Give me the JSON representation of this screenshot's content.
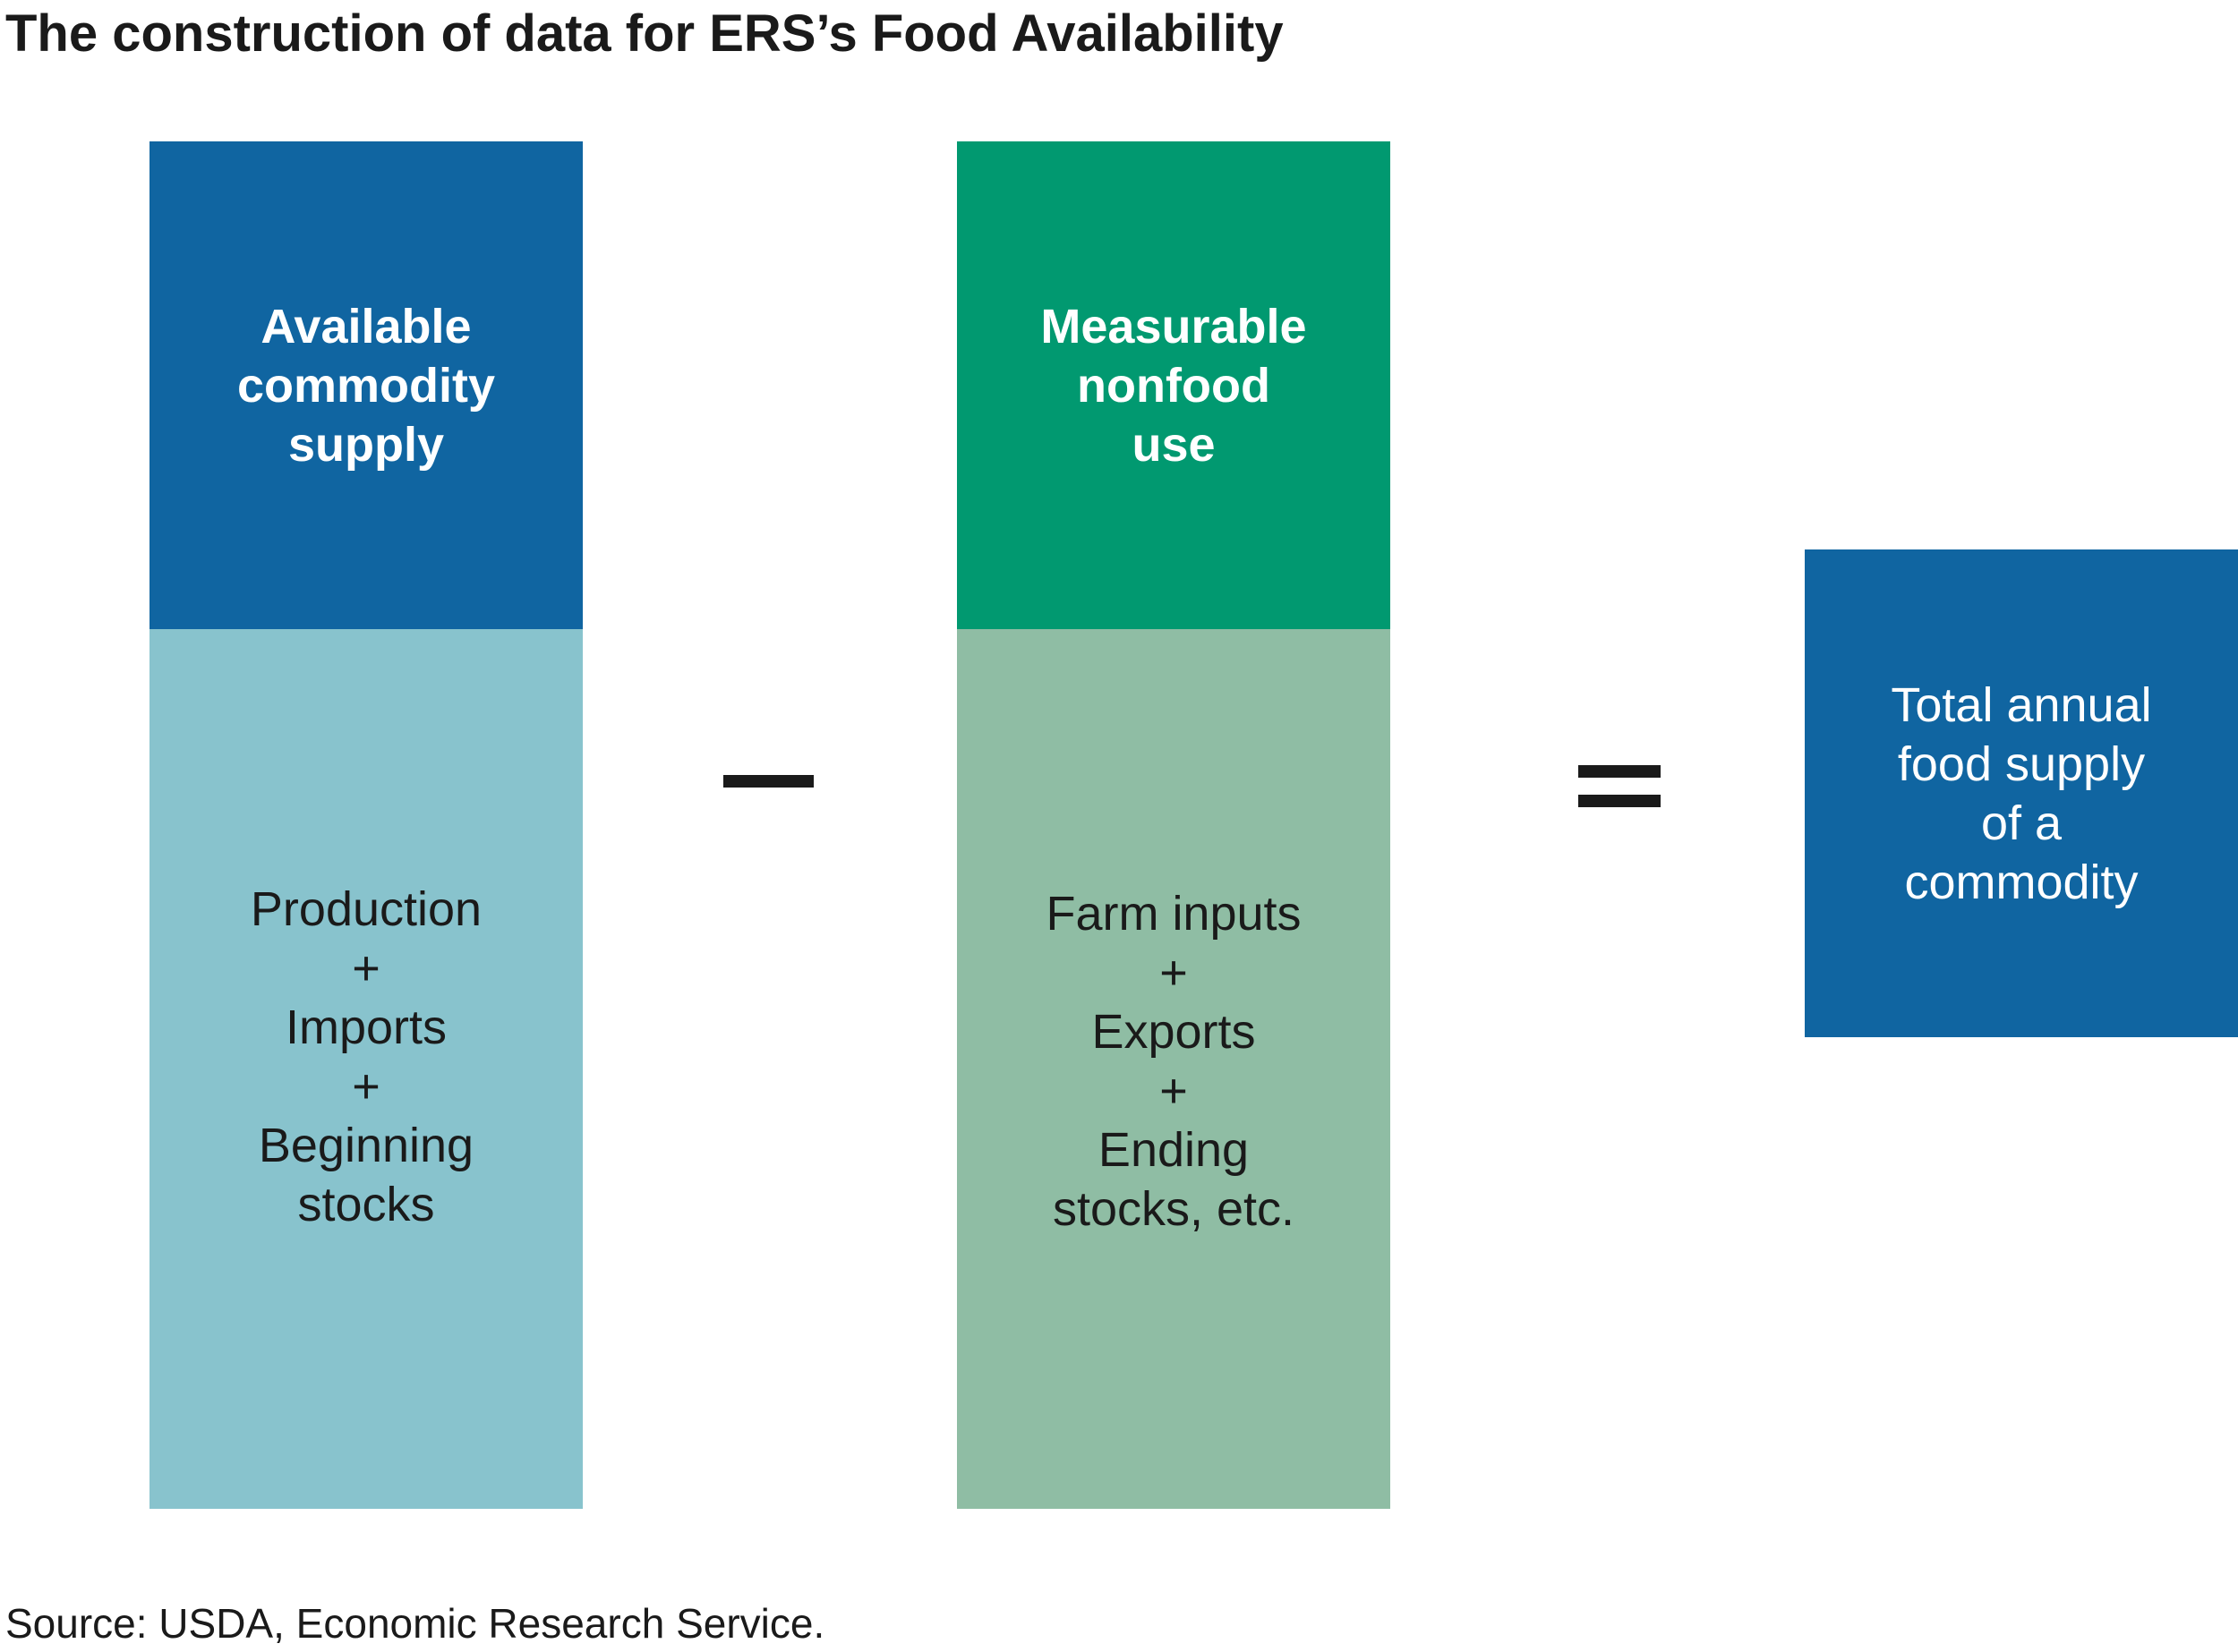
{
  "title": "The construction of data for ERS’s Food Availability",
  "supply": {
    "header": "Available\ncommodity\nsupply",
    "components": "Production\n+\nImports\n+\nBeginning\nstocks",
    "header_color": "#1065a1",
    "body_color": "#88c3cd"
  },
  "operator_minus": "−",
  "nonfood": {
    "header": "Measurable\nnonfood\nuse",
    "components": "Farm inputs\n+\nExports\n+\nEnding\nstocks, etc.",
    "header_color": "#019970",
    "body_color": "#8fbda4"
  },
  "operator_equals": "=",
  "result": {
    "label": "Total annual\nfood supply\nof a\ncommodity",
    "color": "#1065a1"
  },
  "source": "Source: USDA, Economic Research Service."
}
